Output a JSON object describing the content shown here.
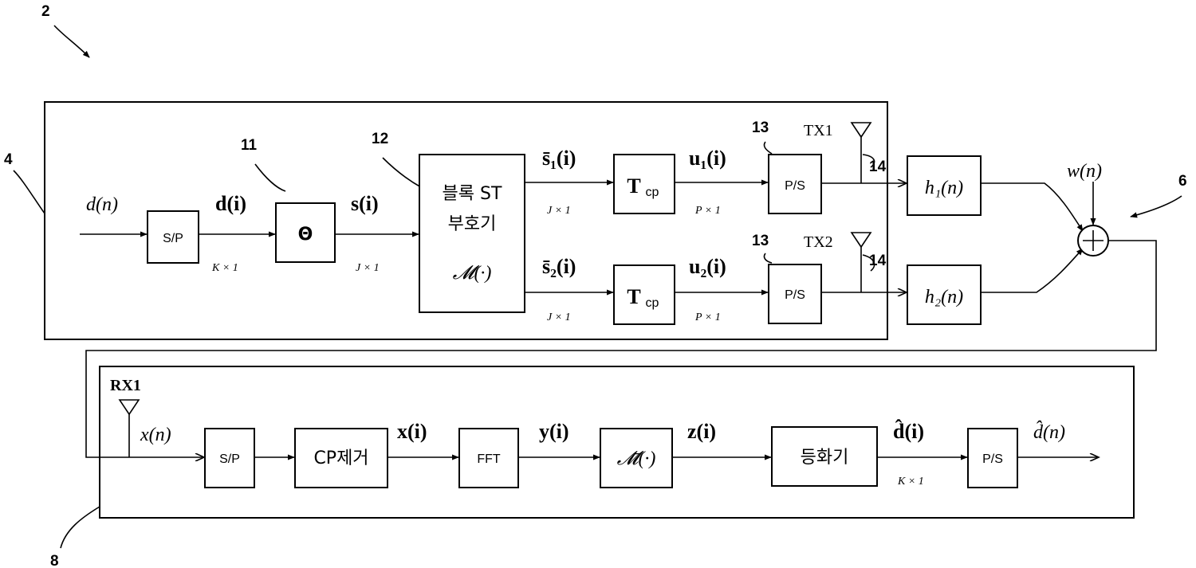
{
  "refs": {
    "r2": "2",
    "r4": "4",
    "r6": "6",
    "r8": "8",
    "r11": "11",
    "r12": "12",
    "r13a": "13",
    "r13b": "13",
    "r14a": "14",
    "r14b": "14"
  },
  "signals": {
    "input": "d(n)",
    "d": "d(i)",
    "s": "s(i)",
    "s1": "s̄₁(i)",
    "s2": "s̄₂(i)",
    "u1": "u₁(i)",
    "u2": "u₂(i)",
    "noise": "w(n)",
    "rx": "x(n)",
    "x": "x(i)",
    "y": "y(i)",
    "z": "z(i)",
    "dhat": "d̂(i)",
    "output": "d̂(n)"
  },
  "dims": {
    "k1": "K × 1",
    "j1": "J × 1",
    "j2": "J × 1",
    "j3": "J × 1",
    "p1": "P × 1",
    "p2": "P × 1",
    "k2": "K × 1"
  },
  "blocks": {
    "sp1": "S/P",
    "theta": "Θ",
    "st_line1": "블록 ST",
    "st_line2": "부호기",
    "st_line3": "𝓜(·)",
    "tcp1": "T",
    "tcp2": "T",
    "tcp_sub": "cp",
    "ps1": "P/S",
    "ps2": "P/S",
    "h1": "h₁(n)",
    "h2": "h₂(n)",
    "sp2": "S/P",
    "cp_remove": "CP제거",
    "fft": "FFT",
    "mbar": "𝓜̄(·)",
    "equalizer": "등화기",
    "ps3": "P/S"
  },
  "antennas": {
    "tx1": "TX1",
    "tx2": "TX2",
    "rx1": "RX1"
  }
}
